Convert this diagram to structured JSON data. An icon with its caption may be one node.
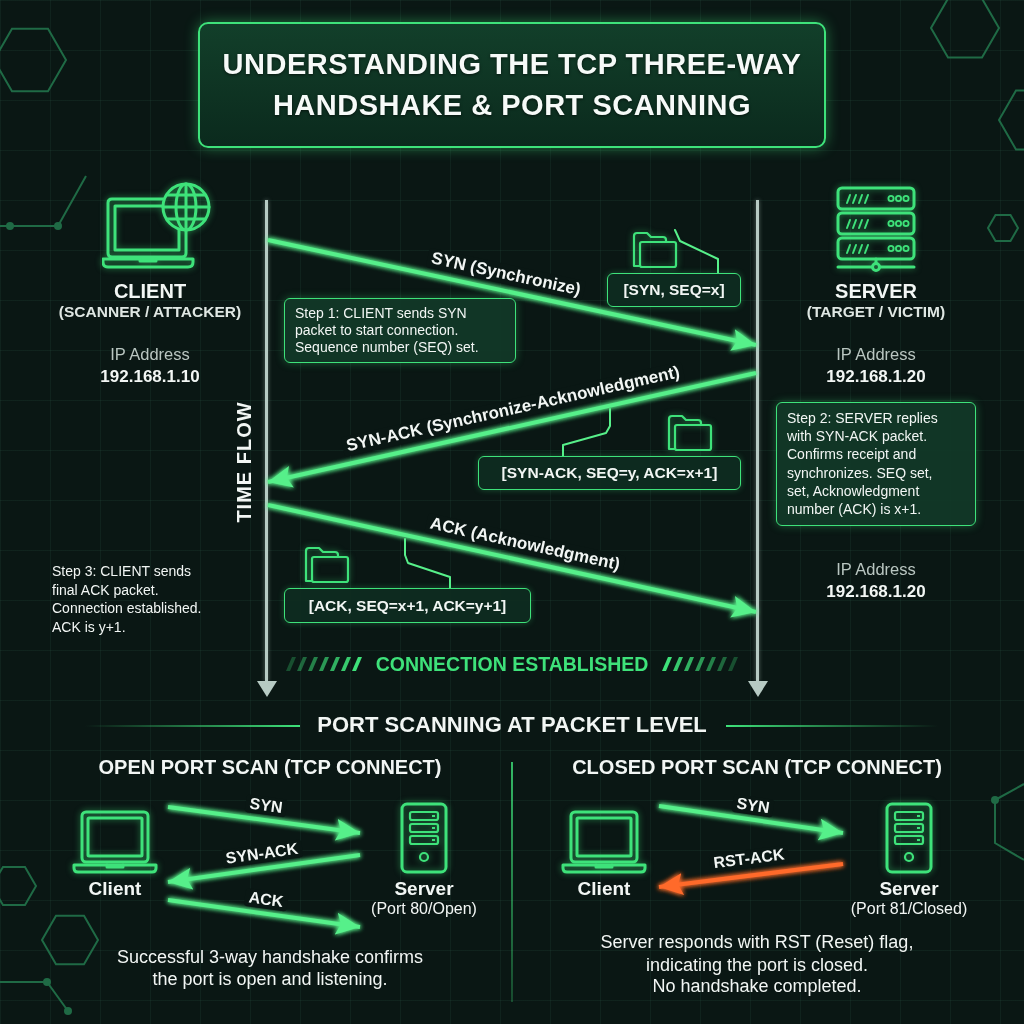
{
  "diagram": {
    "title": "UNDERSTANDING THE TCP THREE-WAY HANDSHAKE & PORT SCANNING",
    "nodes": [
      {
        "text": [],
        "shape": "line",
        "beside": [
          "TIME FLOW"
        ]
      },
      {
        "text": [],
        "shape": "line"
      },
      {
        "text": [
          "[SYN, SEQ=x]"
        ]
      },
      {
        "text": [
          "Step 1: CLIENT sends SYN packet to start connection. Sequence number (SEQ) set."
        ]
      },
      {
        "text": [
          "Step 2: SERVER replies with SYN-ACK packet. Confirms receipt and synchronizes. SEQ set, set, Acknowledgment number (ACK) is x+1."
        ]
      },
      {
        "text": [
          "[SYN-ACK, SEQ=y, ACK=x+1]"
        ]
      },
      {
        "text": [
          "[ACK, SEQ=x+1, ACK=y+1]"
        ]
      },
      {
        "text": [
          "Client"
        ]
      },
      {
        "text": [
          "Server",
          "(Port 80/Open)"
        ]
      },
      {
        "text": [
          "Client"
        ]
      },
      {
        "text": [
          "Server",
          "(Port 81/Closed)"
        ]
      }
    ],
    "edges": [
      {
        "from": 0,
        "to": 1,
        "arrow": "to",
        "label": "SYN (Synchronize)"
      },
      {
        "from": 1,
        "to": 0,
        "arrow": "to",
        "label": "SYN-ACK (Synchronize-Acknowledgment)"
      },
      {
        "from": 0,
        "to": 1,
        "arrow": "to",
        "label": "ACK (Acknowledgment)"
      },
      {
        "from": 2,
        "to": null,
        "arrow": "none"
      },
      {
        "from": 5,
        "to": null,
        "arrow": "none"
      },
      {
        "from": 6,
        "to": null,
        "arrow": "none"
      },
      {
        "from": 7,
        "to": 8,
        "arrow": "to",
        "label": "SYN"
      },
      {
        "from": 8,
        "to": 7,
        "arrow": "to",
        "label": "SYN-ACK"
      },
      {
        "from": 7,
        "to": 8,
        "arrow": "to",
        "label": "ACK"
      },
      {
        "from": 9,
        "to": 10,
        "arrow": "to",
        "label": "SYN"
      },
      {
        "from": 10,
        "to": 9,
        "arrow": "to",
        "label": "RST-ACK",
        "color": "#ff6a2b"
      }
    ],
    "labels": [
      "CLIENT",
      "(SCANNER / ATTACKER)",
      "SERVER",
      "(TARGET / VICTIM)",
      "IP Address",
      "192.168.1.10",
      "IP Address",
      "192.168.1.20",
      "Step 3: CLIENT sends final ACK packet. Connection established. ACK is y+1.",
      "IP Address",
      "192.168.1.20",
      "CONNECTION ESTABLISHED",
      "PORT SCANNING AT PACKET LEVEL",
      "OPEN PORT SCAN (TCP CONNECT)",
      "CLOSED PORT SCAN (TCP CONNECT)",
      "Successful 3-way handshake confirms the port is open and listening.",
      "Server responds with RST (Reset) flag, indicating the port is closed.",
      "No handshake completed."
    ]
  }
}
